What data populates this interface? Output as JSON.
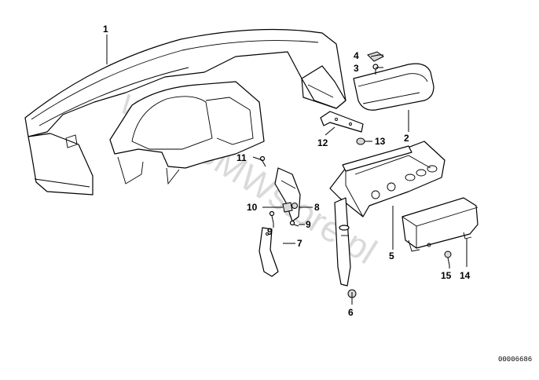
{
  "callouts": {
    "c1": "1",
    "c2": "2",
    "c3": "3",
    "c4": "4",
    "c5": "5",
    "c6": "6",
    "c7": "7",
    "c8": "8",
    "c9a": "9",
    "c9b": "9",
    "c10": "10",
    "c11": "11",
    "c12": "12",
    "c13": "13",
    "c14": "14",
    "c15": "15"
  },
  "watermark": "www.BMWstore.pl",
  "document_number": "00006686"
}
